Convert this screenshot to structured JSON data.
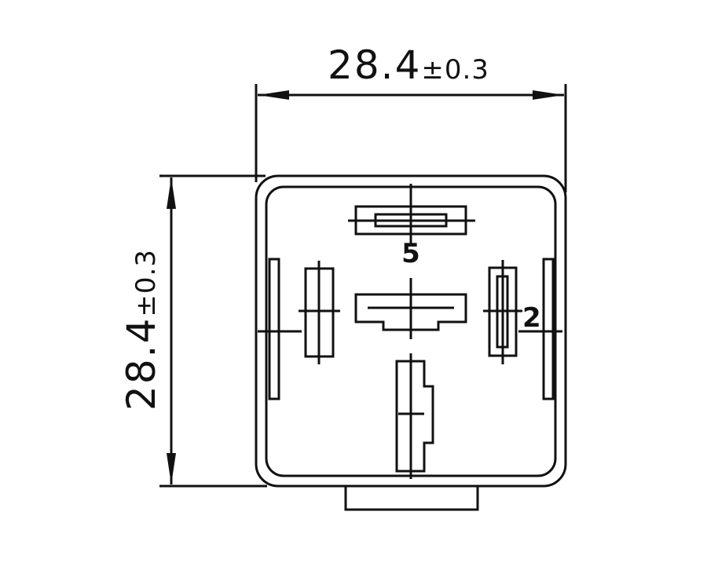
{
  "dimensions": {
    "width": {
      "value": "28.4",
      "tolerance": "±0.3"
    },
    "height": {
      "value": "28.4",
      "tolerance": "±0.3"
    }
  },
  "pins": {
    "top": {
      "label": "5"
    },
    "right": {
      "label": "2"
    }
  },
  "colors": {
    "line": "#111111",
    "background": "#ffffff"
  }
}
